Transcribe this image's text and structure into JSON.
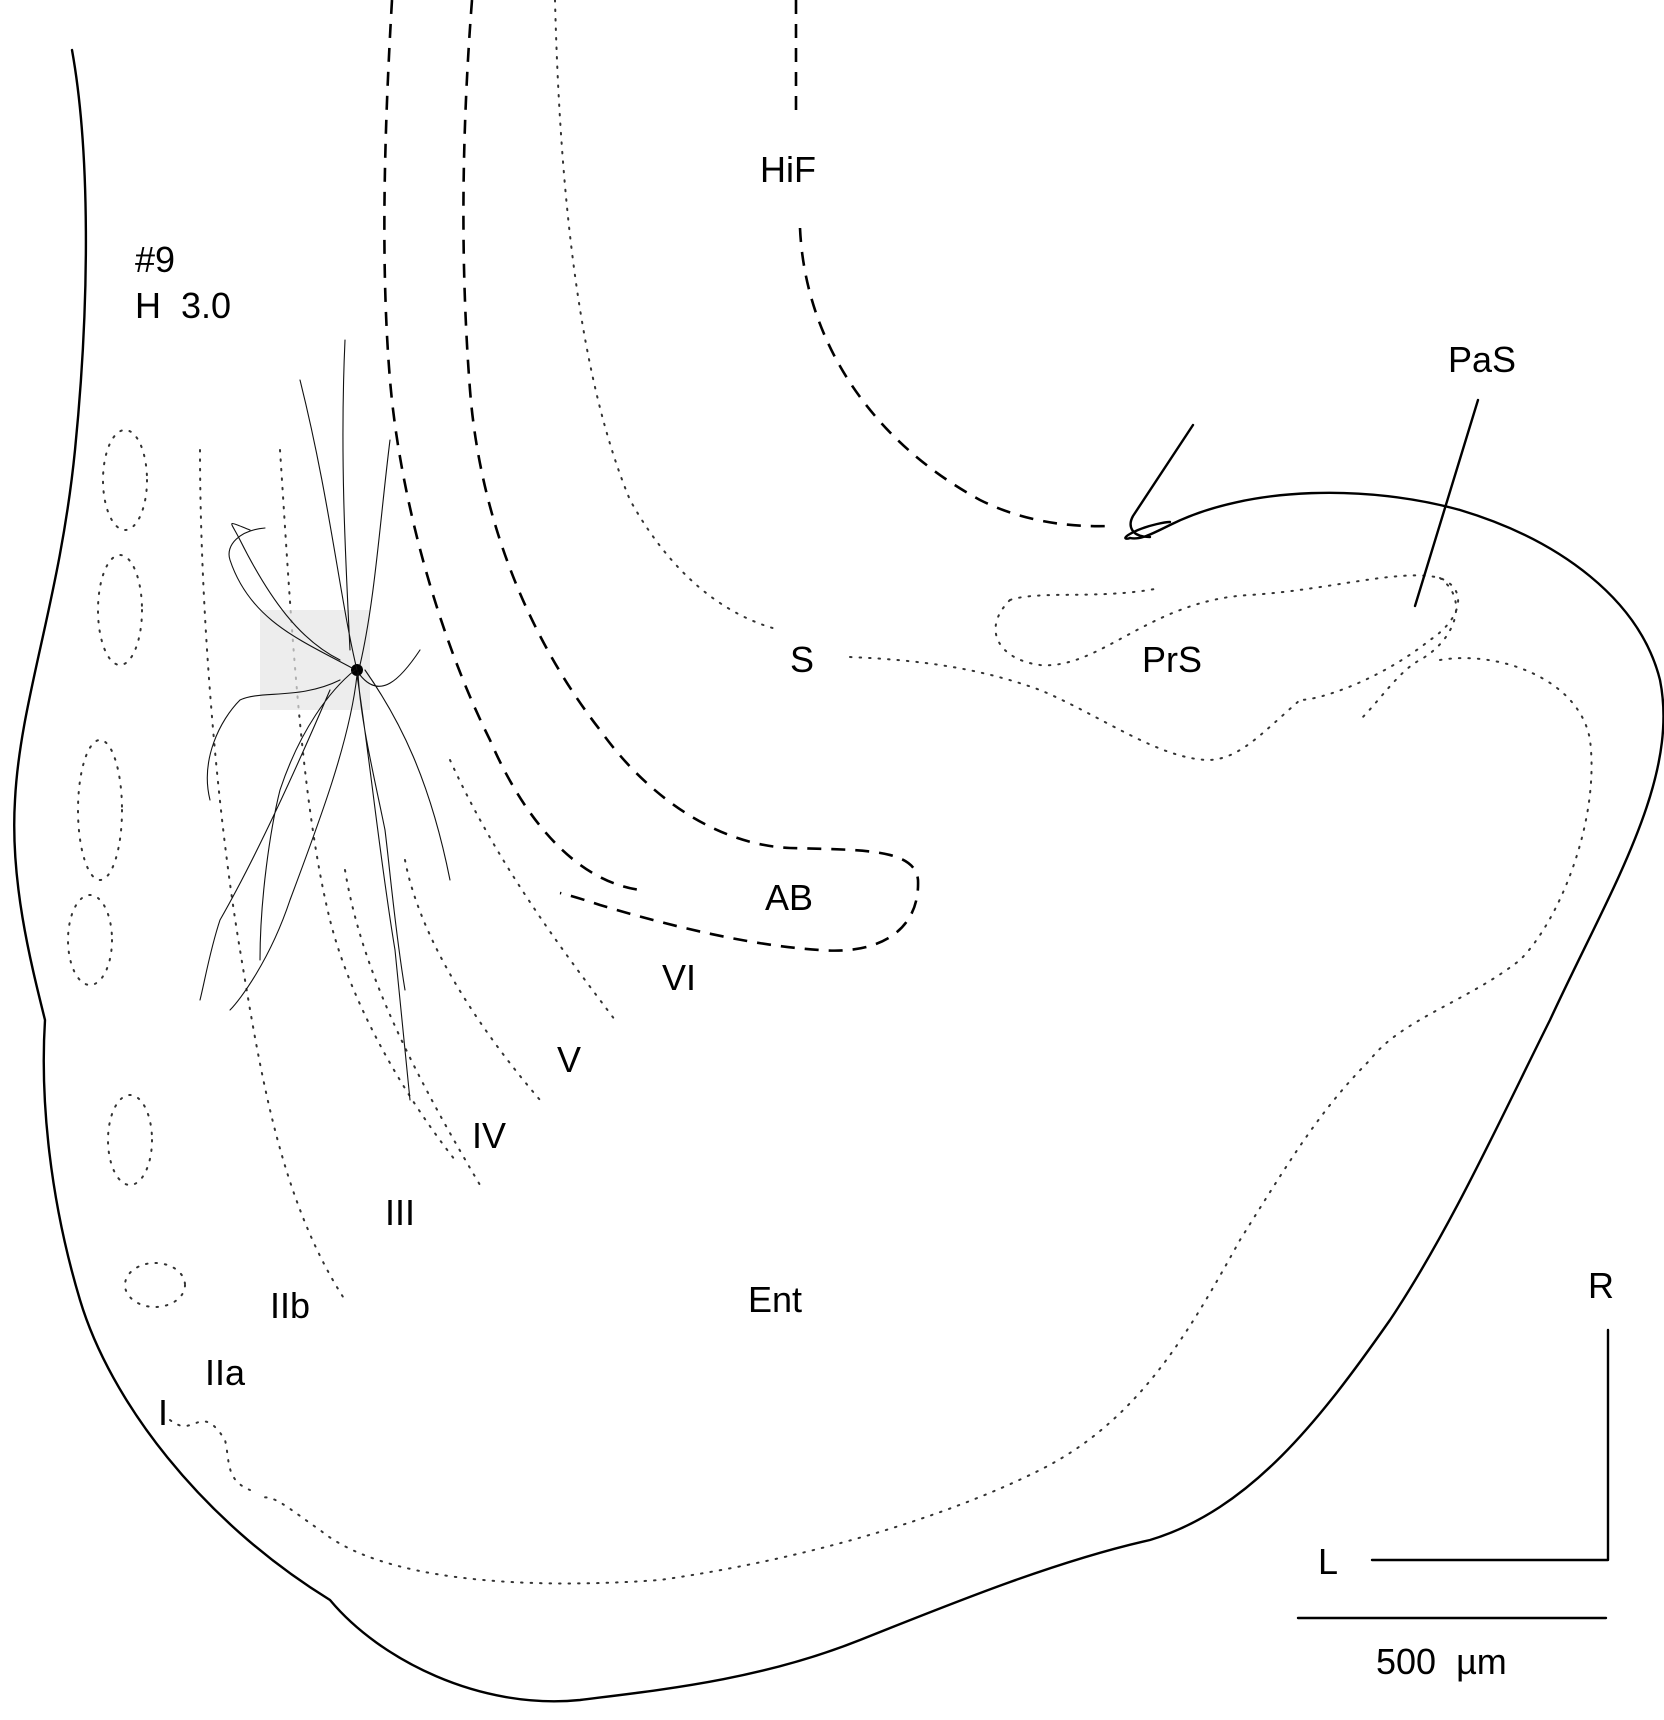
{
  "figure": {
    "section_id": "#9",
    "section_level": "H  3.0",
    "labels": {
      "hif": "HiF",
      "pas": "PaS",
      "prs": "PrS",
      "s": "S",
      "ab": "AB",
      "ent": "Ent",
      "layer_vi": "VI",
      "layer_v": "V",
      "layer_iv": "IV",
      "layer_iii": "III",
      "layer_iib": "IIb",
      "layer_iia": "IIa",
      "layer_i": "I"
    },
    "orientation": {
      "rostral": "R",
      "lateral": "L"
    },
    "scale_bar": {
      "label": "500  µm"
    }
  }
}
